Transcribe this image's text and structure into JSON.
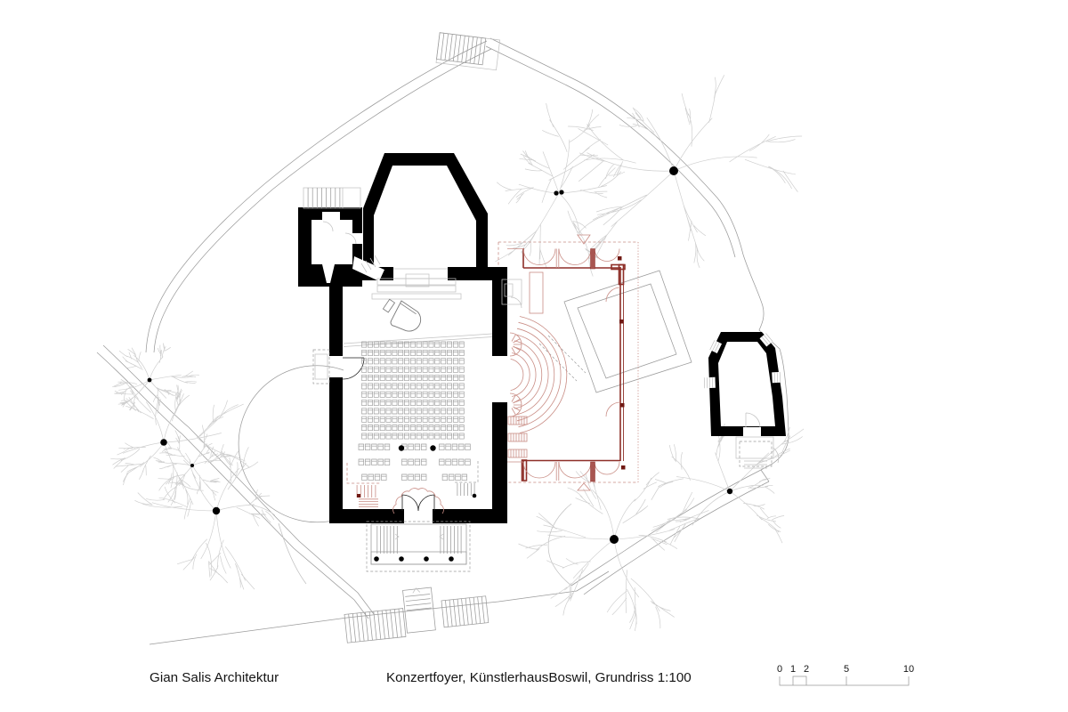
{
  "title_block": {
    "architect": "Gian Salis Architektur",
    "drawing_title": "Konzertfoyer, KünstlerhausBoswil, Grundriss 1:100"
  },
  "scale_bar": {
    "tick_labels": [
      "0",
      "1",
      "2",
      "5",
      "10"
    ]
  },
  "colors": {
    "background": "#ffffff",
    "black": "#000000",
    "line": "#1f1f1f",
    "gray": "#9b9b9b",
    "gray_light": "#c2c2c2",
    "tree": "#cfcfcf",
    "red": "#8e2f28",
    "red_light": "#c98d85",
    "red_fill": "#a85550",
    "red_dot": "#701913",
    "text": "#141414"
  }
}
